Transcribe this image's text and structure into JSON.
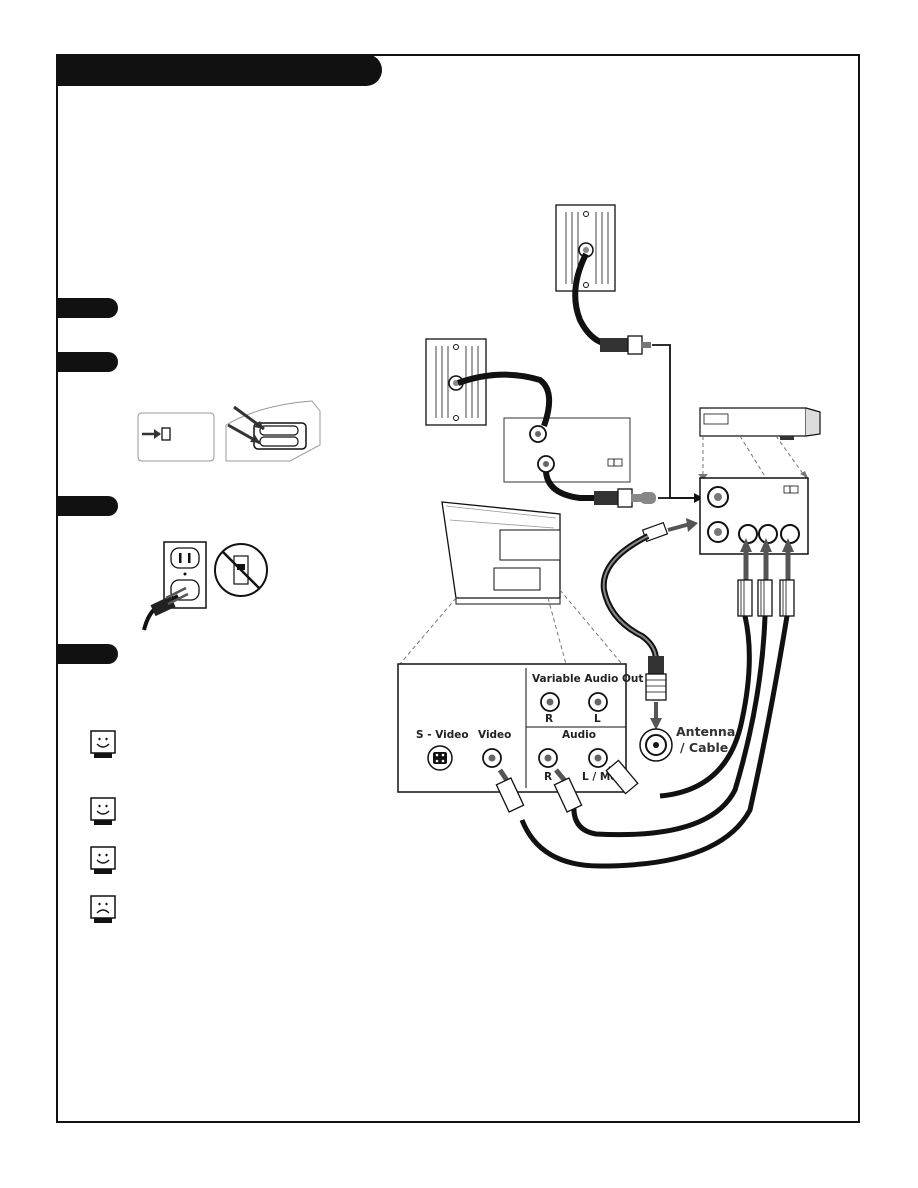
{
  "panel": {
    "variable_audio_out": "Variable Audio Out",
    "var_r": "R",
    "var_l": "L",
    "s_video": "S - Video",
    "video": "Video",
    "audio": "Audio",
    "audio_r": "R",
    "audio_l_mono": "L / Mono",
    "antenna_line1": "Antenna",
    "antenna_line2": "/ Cable"
  },
  "steps": [
    {
      "marker": "step-1"
    },
    {
      "marker": "step-2"
    },
    {
      "marker": "step-3"
    },
    {
      "marker": "step-4"
    }
  ],
  "indicators": [
    {
      "icon": "smiley-face-icon"
    },
    {
      "icon": "smiley-face-icon"
    },
    {
      "icon": "smiley-face-icon"
    },
    {
      "icon": "frown-face-icon"
    }
  ],
  "colors": {
    "ink": "#111111",
    "cable_gray": "#888888",
    "arrow_gray": "#555555"
  }
}
